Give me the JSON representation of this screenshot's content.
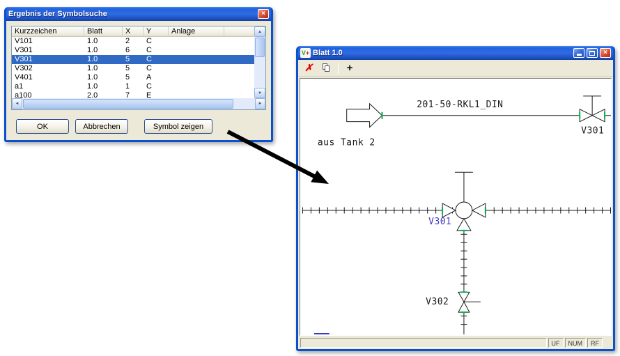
{
  "dialog": {
    "title": "Ergebnis der Symbolsuche",
    "table": {
      "columns": [
        "Kurzzeichen",
        "Blatt",
        "X",
        "Y",
        "Anlage"
      ],
      "rows": [
        {
          "kurzzeichen": "V101",
          "blatt": "1.0",
          "x": "2",
          "y": "C",
          "anlage": ""
        },
        {
          "kurzzeichen": "V301",
          "blatt": "1.0",
          "x": "6",
          "y": "C",
          "anlage": ""
        },
        {
          "kurzzeichen": "V301",
          "blatt": "1.0",
          "x": "5",
          "y": "C",
          "anlage": "",
          "selected": true
        },
        {
          "kurzzeichen": "V302",
          "blatt": "1.0",
          "x": "5",
          "y": "C",
          "anlage": ""
        },
        {
          "kurzzeichen": "V401",
          "blatt": "1.0",
          "x": "5",
          "y": "A",
          "anlage": ""
        },
        {
          "kurzzeichen": "a1",
          "blatt": "1.0",
          "x": "1",
          "y": "C",
          "anlage": ""
        },
        {
          "kurzzeichen": "a100",
          "blatt": "2.0",
          "x": "7",
          "y": "E",
          "anlage": ""
        }
      ]
    },
    "buttons": {
      "ok": "OK",
      "cancel": "Abbrechen",
      "show_symbol": "Symbol zeigen"
    }
  },
  "window": {
    "title": "Blatt 1.0",
    "statusbar": {
      "cells": [
        "UF",
        "NUM",
        "RF"
      ]
    }
  },
  "drawing": {
    "labels": {
      "pipeline": "201-50-RKL1_DIN",
      "source": "aus Tank 2",
      "valve_top": "V301",
      "valve_mid": "V301",
      "valve_bottom": "V302"
    }
  },
  "icons": {
    "close": "×",
    "scroll_up": "▲",
    "scroll_down": "▼",
    "scroll_left": "◄",
    "scroll_right": "►",
    "delete": "✗",
    "move": "+",
    "app_v": "V",
    "app_plus": "+"
  },
  "colors": {
    "selection_blue": "#316ac5",
    "cad_label_blue": "#3a3ac8",
    "connection_green": "#00b050",
    "titlebar_blue": "#2f6ce2"
  }
}
